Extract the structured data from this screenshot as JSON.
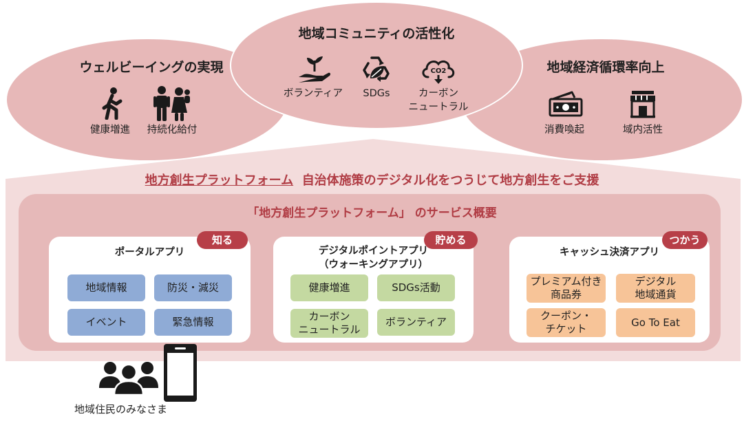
{
  "top": {
    "left": {
      "title": "ウェルビーイングの実現",
      "items": [
        {
          "icon": "walking-person-icon",
          "label": "健康増進"
        },
        {
          "icon": "family-icon",
          "label": "持続化給付"
        }
      ]
    },
    "center": {
      "title": "地域コミュニティの活性化",
      "items": [
        {
          "icon": "hand-sprout-icon",
          "label": "ボランティア"
        },
        {
          "icon": "recycle-leaf-icon",
          "label": "SDGs"
        },
        {
          "icon": "co2-cloud-icon",
          "label": "カーボン\nニュートラル",
          "co2_text": "CO2"
        }
      ]
    },
    "right": {
      "title": "地域経済循環率向上",
      "items": [
        {
          "icon": "money-icon",
          "label": "消費喚起"
        },
        {
          "icon": "storefront-icon",
          "label": "域内活性"
        }
      ]
    }
  },
  "platform": {
    "headline_main": "地方創生プラットフォーム",
    "headline_rest": "自治体施策のデジタル化をつうじて地方創生をご支援",
    "subheading": "「地方創生プラットフォーム」 のサービス概要"
  },
  "apps": [
    {
      "title": "ポータルアプリ",
      "badge": "知る",
      "pills": [
        "地域情報",
        "防災・減災",
        "イベント",
        "緊急情報"
      ]
    },
    {
      "title_line1": "デジタルポイントアプリ",
      "title_line2": "（ウォーキングアプリ）",
      "badge": "貯める",
      "pills": [
        "健康増進",
        "SDGs活動",
        "カーボン\nニュートラル",
        "ボランティア"
      ]
    },
    {
      "title": "キャッシュ決済アプリ",
      "badge": "つかう",
      "pills": [
        "プレミアム付き\n商品券",
        "デジタル\n地域通貨",
        "クーポン・\nチケット",
        "Go To Eat"
      ]
    }
  ],
  "residents": {
    "label": "地域住民のみなさま"
  },
  "colors": {
    "ellipse": "#e7b8b8",
    "house": "#f3dcdc",
    "inner": "#e6b9b9",
    "accent": "#b03c44",
    "badge": "#b73f48",
    "pill_blue": "#8fabd6",
    "pill_green": "#c4d9a1",
    "pill_orange": "#f7c498"
  }
}
